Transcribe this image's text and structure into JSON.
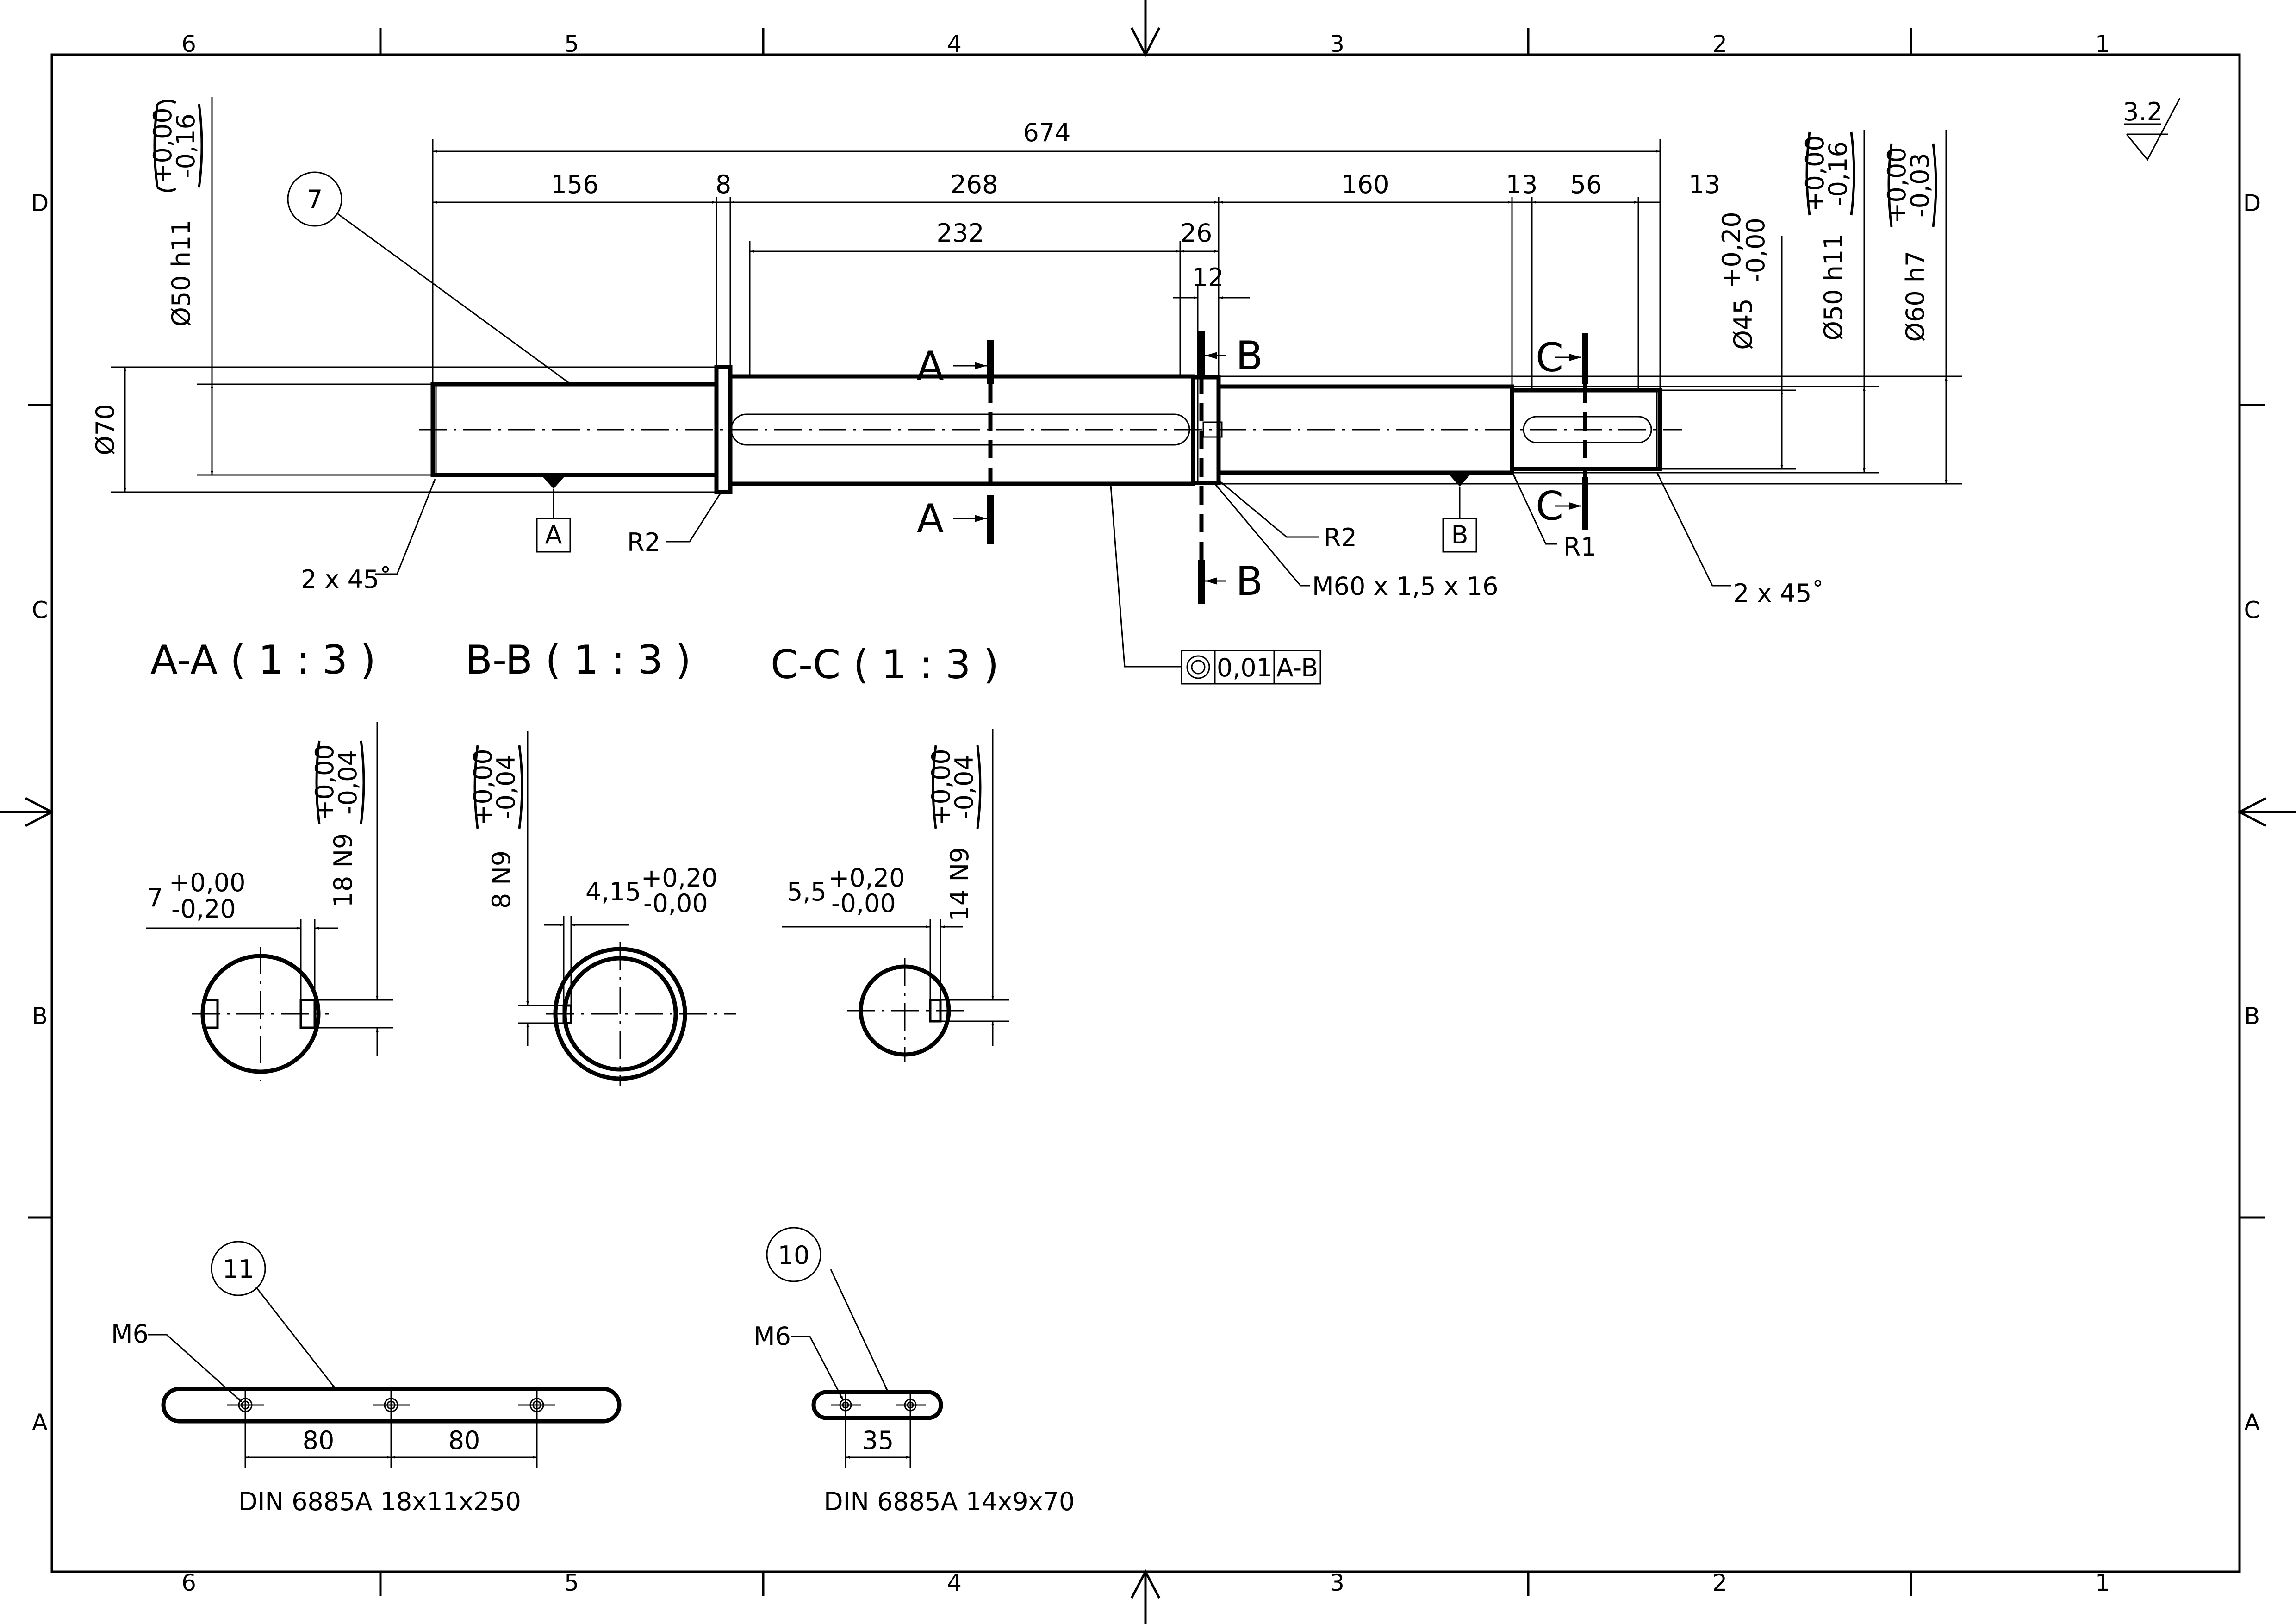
{
  "frame": {
    "columns": [
      "6",
      "5",
      "4",
      "3",
      "2",
      "1"
    ],
    "rows": [
      "D",
      "C",
      "B",
      "A"
    ]
  },
  "surface_finish": "3.2",
  "shaft": {
    "item_balloon": "7",
    "dims": {
      "overall": "674",
      "seg1": "156",
      "seg2": "8",
      "seg3": "268",
      "seg4": "160",
      "seg5": "13",
      "seg6": "56",
      "seg7": "13",
      "keyway_len": "232",
      "thread_len": "26",
      "groove": "12"
    },
    "dia_left": "Ø50 h11",
    "dia_left_tol_upper": "+0,00",
    "dia_left_tol_lower": "-0,16",
    "dia_collar": "Ø70",
    "dia_r1": "Ø45",
    "dia_r1_tol_upper": "+0,20",
    "dia_r1_tol_lower": "-0,00",
    "dia_r2": "Ø50 h11",
    "dia_r2_tol_upper": "+0,00",
    "dia_r2_tol_lower": "-0,16",
    "dia_r3": "Ø60 h7",
    "dia_r3_tol_upper": "+0,00",
    "dia_r3_tol_lower": "-0,03",
    "datum_a": "A",
    "datum_b": "B",
    "chamfer_left": "2 x 45˚",
    "chamfer_right": "2 x 45˚",
    "radius_left": "R2",
    "radius_mid": "R2",
    "radius_right": "R1",
    "thread": "M60 x 1,5 x 16",
    "section_a": "A",
    "section_b": "B",
    "section_c": "C",
    "concentricity_tol": "0,01",
    "concentricity_ref": "A-B"
  },
  "sections": [
    {
      "title": "A-A ( 1 : 3 )",
      "depth": "7",
      "depth_tol_upper": "+0,00",
      "depth_tol_lower": "-0,20",
      "width": "18 N9",
      "width_tol_upper": "+0,00",
      "width_tol_lower": "-0,04"
    },
    {
      "title": "B-B ( 1 : 3 )",
      "depth": "4,15",
      "depth_tol_upper": "+0,20",
      "depth_tol_lower": "-0,00",
      "width": "8 N9",
      "width_tol_upper": "+0,00",
      "width_tol_lower": "-0,04"
    },
    {
      "title": "C-C ( 1 : 3 )",
      "depth": "5,5",
      "depth_tol_upper": "+0,20",
      "depth_tol_lower": "-0,00",
      "width": "14 N9",
      "width_tol_upper": "+0,00",
      "width_tol_lower": "-0,04"
    }
  ],
  "keys": [
    {
      "balloon": "11",
      "thread": "M6",
      "spacing1": "80",
      "spacing2": "80",
      "spec": "DIN 6885A 18x11x250"
    },
    {
      "balloon": "10",
      "thread": "M6",
      "spacing1": "35",
      "spec": "DIN 6885A 14x9x70"
    }
  ]
}
